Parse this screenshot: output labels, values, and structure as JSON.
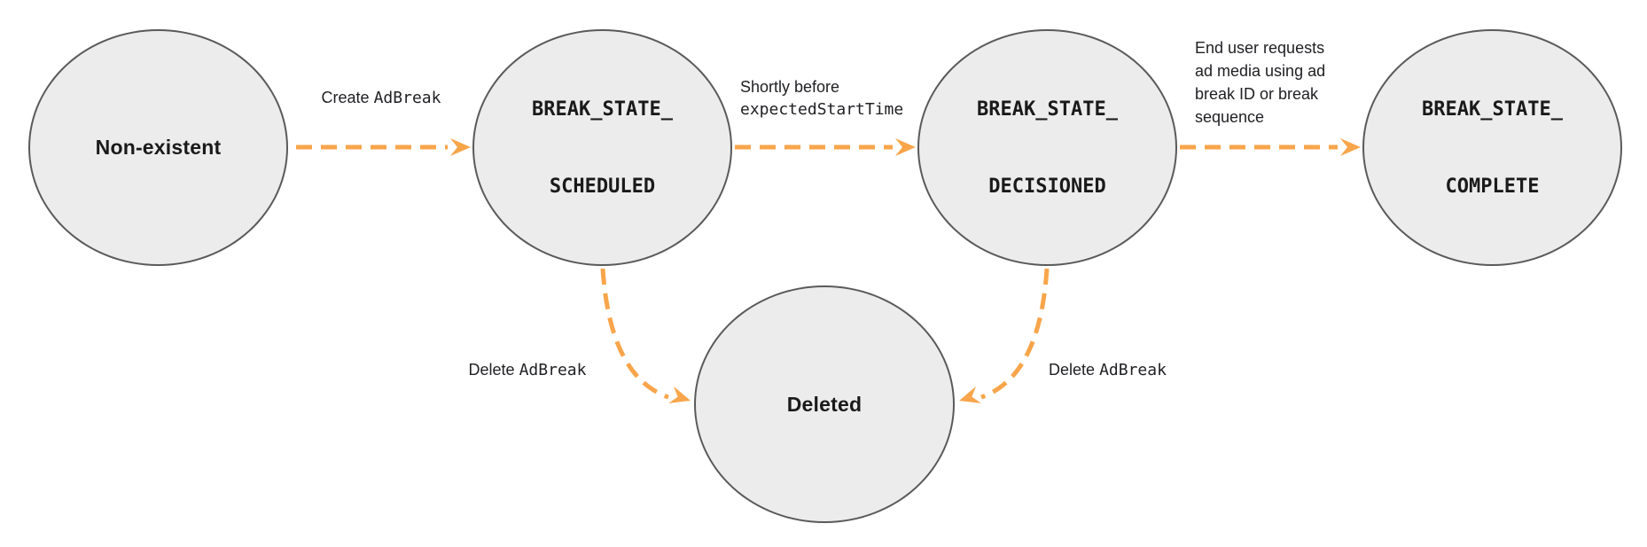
{
  "colors": {
    "arrow_orange": "#F8A54B",
    "node_fill": "#ECECEC",
    "node_border": "#5A5A5A",
    "text": "#202124"
  },
  "nodes": {
    "non_existent": {
      "label": "Non-existent"
    },
    "scheduled": {
      "line1": "BREAK_STATE_",
      "line2": "SCHEDULED"
    },
    "decisioned": {
      "line1": "BREAK_STATE_",
      "line2": "DECISIONED"
    },
    "complete": {
      "line1": "BREAK_STATE_",
      "line2": "COMPLETE"
    },
    "deleted": {
      "label": "Deleted"
    }
  },
  "edges": {
    "create": {
      "text": "Create",
      "code": "AdBreak"
    },
    "to_decisioned": {
      "text": "Shortly before",
      "code": "expectedStartTime"
    },
    "to_complete": {
      "lines": [
        "End user requests",
        "ad media using ad",
        "break ID or break",
        "sequence"
      ]
    },
    "delete_from_scheduled": {
      "text": "Delete",
      "code": "AdBreak"
    },
    "delete_from_decisioned": {
      "text": "Delete",
      "code": "AdBreak"
    }
  }
}
